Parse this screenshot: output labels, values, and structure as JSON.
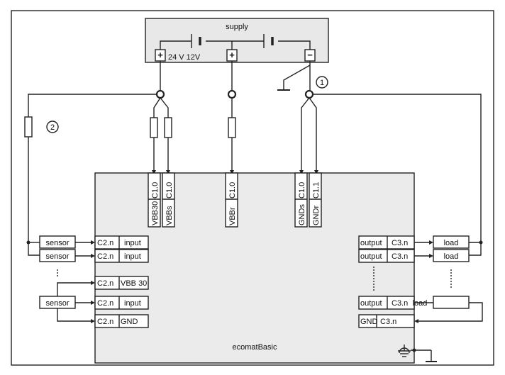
{
  "supply": {
    "label": "supply",
    "plus_symbol": "+",
    "minus_symbol": "−",
    "voltage_label": "24 V 12V"
  },
  "markers": {
    "one": "1",
    "two": "2"
  },
  "module": {
    "name": "ecomatBasic",
    "top_terminals": [
      {
        "code": "C1.0",
        "name": "VBB30"
      },
      {
        "code": "C1.0",
        "name": "VBBs"
      },
      {
        "code": "C1.0",
        "name": "VBBr"
      },
      {
        "code": "C1.0",
        "name": "GNDs"
      },
      {
        "code": "C1.1",
        "name": "GNDr"
      }
    ],
    "left_rows": [
      {
        "code": "C2.n",
        "label": "input"
      },
      {
        "code": "C2.n",
        "label": "input"
      },
      {
        "code": "C2.n",
        "label": "VBB 30"
      },
      {
        "code": "C2.n",
        "label": "input"
      },
      {
        "code": "C2.n",
        "label": "GND"
      }
    ],
    "right_rows": [
      {
        "label": "output",
        "code": "C3.n"
      },
      {
        "label": "output",
        "code": "C3.n"
      },
      {
        "label": "output",
        "code": "C3.n"
      },
      {
        "label": "GND",
        "code": "C3.n"
      }
    ]
  },
  "sensors": [
    "sensor",
    "sensor",
    "sensor"
  ],
  "loads": [
    "load",
    "load",
    "load"
  ]
}
